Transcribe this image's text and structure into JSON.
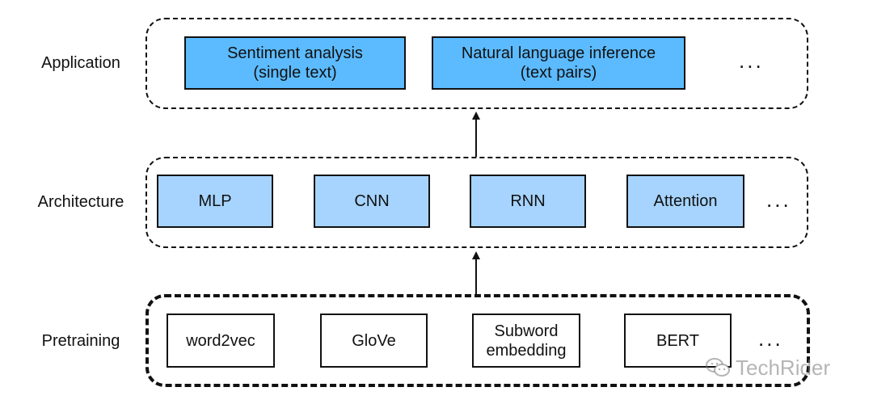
{
  "rows": {
    "application": {
      "label": "Application",
      "boxes": [
        {
          "line1": "Sentiment analysis",
          "line2": "(single text)"
        },
        {
          "line1": "Natural language inference",
          "line2": "(text pairs)"
        }
      ],
      "ellipsis": "..."
    },
    "architecture": {
      "label": "Architecture",
      "boxes": [
        {
          "line1": "MLP"
        },
        {
          "line1": "CNN"
        },
        {
          "line1": "RNN"
        },
        {
          "line1": "Attention"
        }
      ],
      "ellipsis": "..."
    },
    "pretraining": {
      "label": "Pretraining",
      "boxes": [
        {
          "line1": "word2vec"
        },
        {
          "line1": "GloVe"
        },
        {
          "line1": "Subword",
          "line2": "embedding"
        },
        {
          "line1": "BERT"
        }
      ],
      "ellipsis": "..."
    }
  },
  "colors": {
    "application_fill": "#5cbbff",
    "architecture_fill": "#a6d4ff",
    "pretraining_fill": "#ffffff",
    "stroke": "#111111"
  },
  "watermark": {
    "text": "TechRider",
    "icon": "wechat-icon"
  }
}
